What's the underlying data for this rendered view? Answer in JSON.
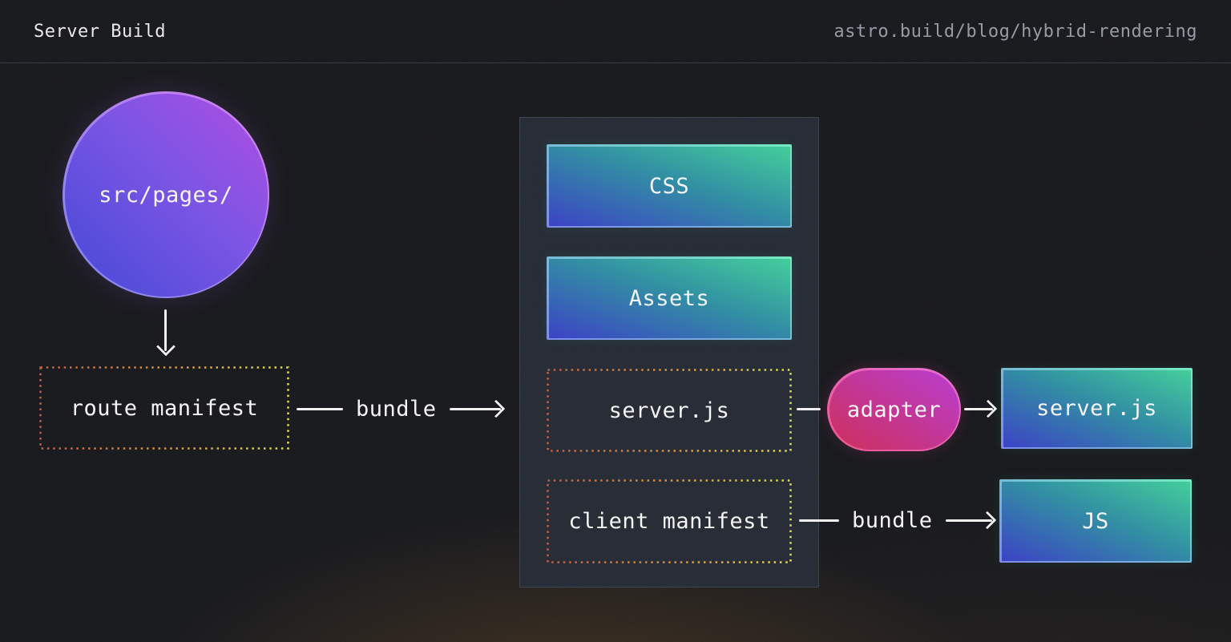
{
  "header": {
    "title": "Server Build",
    "url": "astro.build/blog/hybrid-rendering"
  },
  "nodes": {
    "src_pages": {
      "label": "src/pages/",
      "shape": "circle"
    },
    "route_manifest": {
      "label": "route manifest",
      "shape": "dotted-box"
    },
    "adapter": {
      "label": "adapter",
      "shape": "pill"
    },
    "server_js_out": {
      "label": "server.js",
      "shape": "gradient-box"
    },
    "js_out": {
      "label": "JS",
      "shape": "gradient-box"
    }
  },
  "panel": {
    "items": [
      {
        "label": "CSS",
        "shape": "gradient-box"
      },
      {
        "label": "Assets",
        "shape": "gradient-box"
      },
      {
        "label": "server.js",
        "shape": "dotted-box"
      },
      {
        "label": "client manifest",
        "shape": "dotted-box"
      }
    ]
  },
  "connectors": {
    "bundle_top": {
      "label": "bundle"
    },
    "bundle_bottom": {
      "label": "bundle"
    }
  },
  "colors": {
    "background": "#17181c",
    "panel_bg": "#252a34",
    "teal_gradient_start": "#3a41c6",
    "teal_gradient_end": "#41cf9a",
    "purple_gradient_start": "#4147d8",
    "purple_gradient_end": "#b04ce4",
    "pill_gradient_start": "#ce2d59",
    "pill_gradient_end": "#b93bd2",
    "dotted_border_start": "#c15f45",
    "dotted_border_end": "#e3dd4f",
    "line_color": "#f2f2f2",
    "url_text": "#959ba6",
    "bottom_glow": "#c17c26"
  }
}
